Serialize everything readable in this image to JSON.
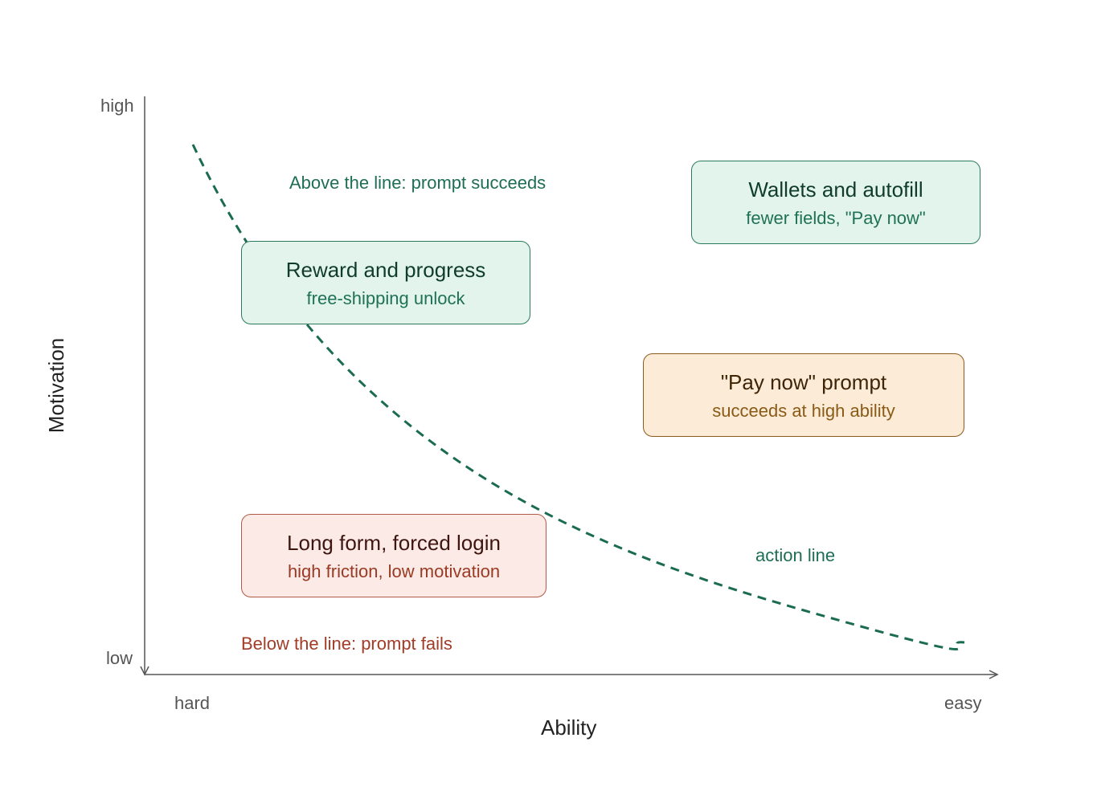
{
  "axes": {
    "y_title": "Motivation",
    "x_title": "Ability",
    "y_high": "high",
    "y_low": "low",
    "x_hard": "hard",
    "x_easy": "easy"
  },
  "regions": {
    "above": "Above the line: prompt succeeds",
    "below": "Below the line: prompt fails"
  },
  "curve": {
    "label": "action line",
    "color": "#1a6b52"
  },
  "boxes": {
    "wallets": {
      "title": "Wallets and autofill",
      "subtitle": "fewer fields, \"Pay now\""
    },
    "reward": {
      "title": "Reward and progress",
      "subtitle": "free-shipping unlock"
    },
    "pay_now": {
      "title": "\"Pay now\" prompt",
      "subtitle": "succeeds at high ability"
    },
    "long_form": {
      "title": "Long form, forced login",
      "subtitle": "high friction, low motivation"
    }
  },
  "colors": {
    "green_fill": "#e3f4ec",
    "green_border": "#2b7a5e",
    "orange_fill": "#fbebd7",
    "orange_border": "#8a5a1e",
    "red_fill": "#fbeae5",
    "red_border": "#b05a48",
    "axis": "#555555"
  }
}
